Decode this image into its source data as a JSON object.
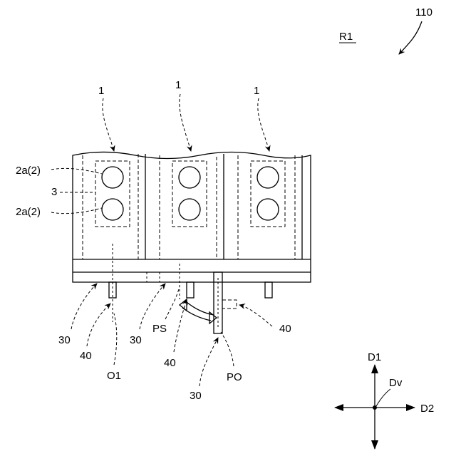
{
  "figure": {
    "ref_number": "110",
    "region_label": "R1",
    "modules": [
      {
        "label": "1"
      },
      {
        "label": "1"
      },
      {
        "label": "1"
      }
    ],
    "side_labels": {
      "upper_cell": "2a(2)",
      "frame": "3",
      "lower_cell": "2a(2)"
    },
    "bottom_labels": {
      "stage_left": "30",
      "part_left": "40",
      "axis_o1": "O1",
      "stage_mid": "30",
      "ps": "PS",
      "part_mid": "40",
      "part_right": "40",
      "po": "PO",
      "stage_bottom": "30"
    },
    "directions": {
      "up": "D1",
      "right": "D2",
      "center": "Dv"
    }
  }
}
